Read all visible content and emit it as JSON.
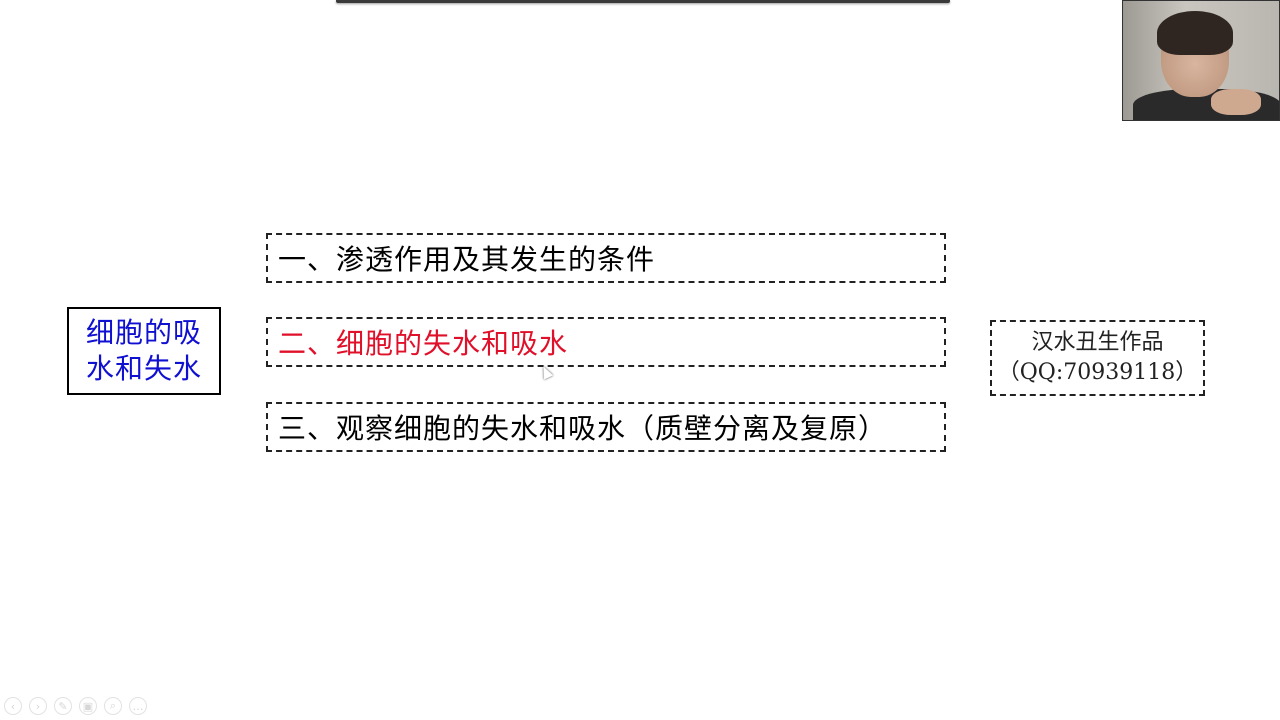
{
  "slide": {
    "topic_box": {
      "line1": "细胞的吸",
      "line2": "水和失水",
      "color": "#1010d0"
    },
    "outline": [
      {
        "label": "一、渗透作用及其发生的条件",
        "active": false
      },
      {
        "label": "二、细胞的失水和吸水",
        "active": true,
        "color": "#e0102a"
      },
      {
        "label": "三、观察细胞的失水和吸水（质壁分离及复原）",
        "active": false
      }
    ],
    "credit": {
      "line1": "汉水丑生作品",
      "line2": "（QQ:70939118）"
    }
  },
  "webcam": {
    "label": "presenter-video"
  },
  "controls": [
    {
      "name": "prev",
      "glyph": "‹"
    },
    {
      "name": "next",
      "glyph": "›"
    },
    {
      "name": "pen",
      "glyph": "✎"
    },
    {
      "name": "slides",
      "glyph": "▣"
    },
    {
      "name": "zoom",
      "glyph": "⌕"
    },
    {
      "name": "more",
      "glyph": "…"
    }
  ]
}
